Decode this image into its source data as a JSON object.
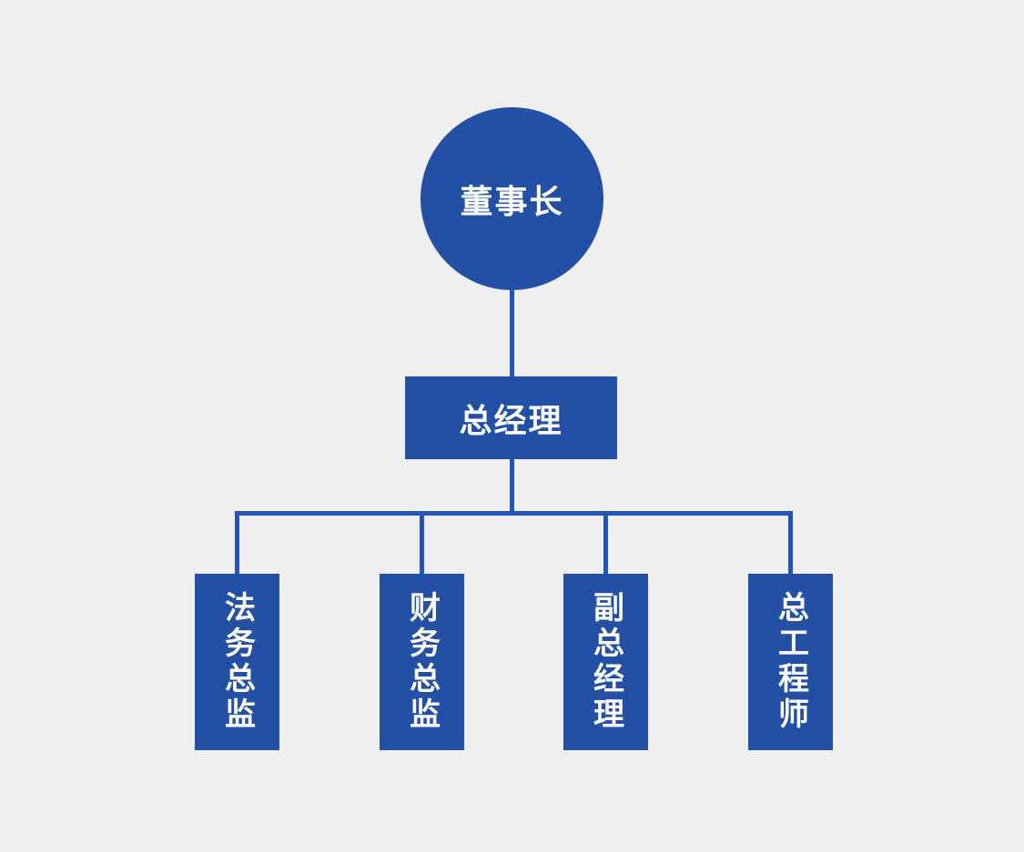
{
  "diagram": {
    "type": "org-chart",
    "nodes": {
      "root": {
        "label": "董事长",
        "shape": "circle"
      },
      "manager": {
        "label": "总经理",
        "shape": "rectangle"
      },
      "children": [
        {
          "label": "法务总监",
          "shape": "rectangle-vertical-text"
        },
        {
          "label": "财务总监",
          "shape": "rectangle-vertical-text"
        },
        {
          "label": "副总经理",
          "shape": "rectangle-vertical-text"
        },
        {
          "label": "总工程师",
          "shape": "rectangle-vertical-text"
        }
      ]
    },
    "colors": {
      "background": "#efefef",
      "node_fill": "#2350a5",
      "line": "#2355b2",
      "text": "#ffffff"
    }
  }
}
